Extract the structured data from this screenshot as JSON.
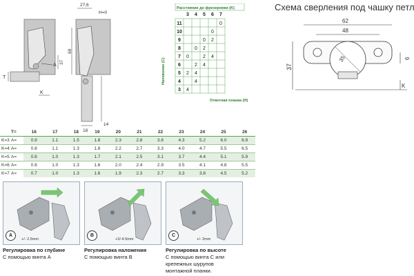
{
  "tech": {
    "dim_27_6": "27,6",
    "dim_h0": "H=0",
    "dim_69": "69",
    "dim_37": "37",
    "label_a": "A",
    "label_t": "T",
    "label_k": "K",
    "dim_18": "18",
    "dim_14": "14"
  },
  "grid": {
    "top_label": "Расстояние до фрезеровки (K)",
    "col_headers": [
      "3",
      "4",
      "5",
      "6",
      "7"
    ],
    "side_label": "Наложение (С)",
    "row_labels": [
      "11",
      "10",
      "9",
      "8",
      "7",
      "6",
      "5",
      "4",
      "3"
    ],
    "cells": [
      [
        "",
        "",
        "",
        "",
        "0"
      ],
      [
        "",
        "",
        "",
        "0",
        ""
      ],
      [
        "",
        "",
        "0",
        "2",
        ""
      ],
      [
        "",
        "0",
        "2",
        "",
        ""
      ],
      [
        "0",
        "",
        "2",
        "4",
        ""
      ],
      [
        "",
        "2",
        "4",
        "",
        ""
      ],
      [
        "2",
        "4",
        "",
        "",
        ""
      ],
      [
        "",
        "4",
        "",
        "",
        ""
      ],
      [
        "4",
        "",
        "",
        "",
        ""
      ]
    ],
    "bottom_label": "Ответная планка (H)"
  },
  "drill": {
    "title": "Схема сверления под чашку петли",
    "dim_62": "62",
    "dim_48": "48",
    "dim_37": "37",
    "dim_35": "35",
    "dim_6": "6",
    "label_k": "K"
  },
  "table": {
    "t_label": "T=",
    "t_values": [
      "16",
      "17",
      "18",
      "19",
      "20",
      "21",
      "22",
      "23",
      "24",
      "25",
      "26"
    ],
    "rows": [
      {
        "k": "K=3",
        "a": "A=",
        "values": [
          "0.9",
          "1.1",
          "1.5",
          "1.8",
          "2.3",
          "2.8",
          "3.6",
          "4.3",
          "5.2",
          "6.0",
          "6.9"
        ]
      },
      {
        "k": "K=4",
        "a": "A=",
        "values": [
          "0.8",
          "1.1",
          "1.3",
          "1.8",
          "2.2",
          "2.7",
          "3.3",
          "4.0",
          "4.7",
          "5.5",
          "6.5"
        ]
      },
      {
        "k": "K=5",
        "a": "A=",
        "values": [
          "0.8",
          "1.0",
          "1.3",
          "1.7",
          "2.1",
          "2.5",
          "3.1",
          "3.7",
          "4.4",
          "5.1",
          "5.9"
        ]
      },
      {
        "k": "K=6",
        "a": "A=",
        "values": [
          "0.8",
          "1.0",
          "1.3",
          "1.6",
          "2.0",
          "2.4",
          "2.9",
          "3.5",
          "4.1",
          "4.8",
          "5.5"
        ]
      },
      {
        "k": "K=7",
        "a": "A=",
        "values": [
          "0.7",
          "1.0",
          "1.3",
          "1.6",
          "1.9",
          "2.3",
          "2.7",
          "3.3",
          "3.8",
          "4.5",
          "5.2"
        ]
      }
    ]
  },
  "panels": [
    {
      "circle": "A",
      "adjust": "+/- 2.5mm",
      "title": "Регулировка по глубине",
      "text": "С помощью винта  А"
    },
    {
      "circle": "B",
      "adjust": "+2/-4.5mm",
      "title": "Регулировка наложения",
      "text": "С помощью винта В"
    },
    {
      "circle": "C",
      "adjust": "+/- 2mm",
      "title": "Регулировка по высоте",
      "text": "С помощью винта С или крепежных шурупов монтажной планки."
    }
  ],
  "colors": {
    "accent": "#4caf50",
    "accent_dark": "#2e7d32",
    "grid_line": "#53a653",
    "table_line": "#9cc79b"
  }
}
